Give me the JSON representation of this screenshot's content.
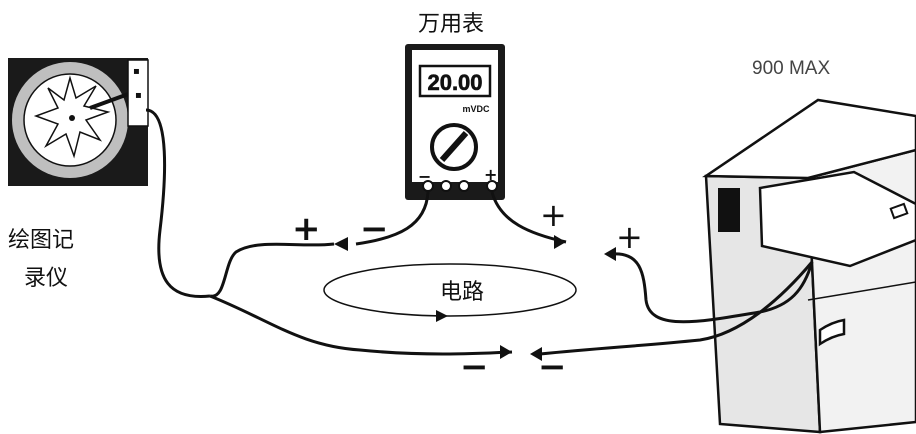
{
  "labels": {
    "multimeter": "万用表",
    "chart_recorder_line1": "绘图记",
    "chart_recorder_line2": "录仪",
    "instrument": "900 MAX",
    "circuit": "电路"
  },
  "multimeter": {
    "display": "20.00",
    "unit": "mVDC"
  },
  "polarity": {
    "plus": "+",
    "minus": "−"
  },
  "colors": {
    "ink": "#111111",
    "paper": "#ffffff",
    "chart_disc": "#bfbfbf",
    "recorder_body": "#1a1a1a",
    "instrument_fill": "#e6e6e6"
  }
}
